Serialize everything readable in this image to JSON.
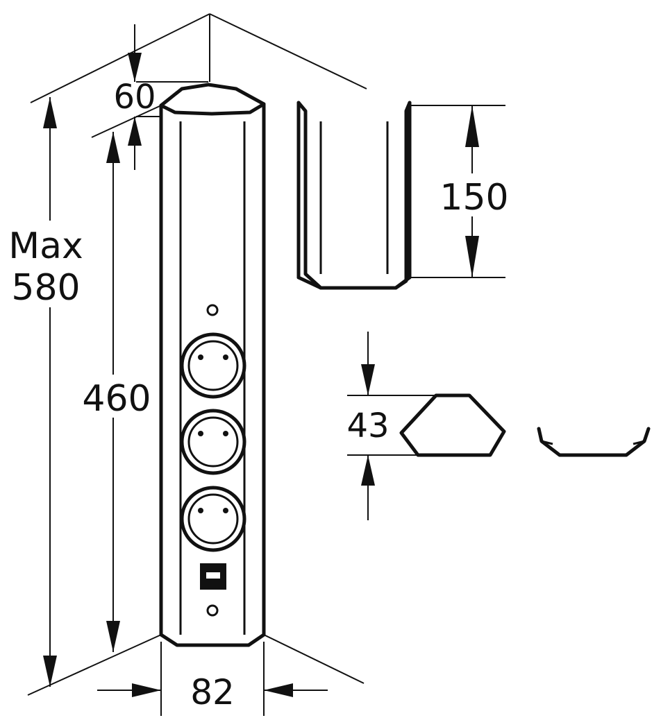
{
  "dimensions": {
    "max_label_line1": "Max",
    "max_label_line2": "580",
    "top_cap": "60",
    "body_height": "460",
    "width": "82",
    "cover_height": "150",
    "profile_depth": "43"
  }
}
